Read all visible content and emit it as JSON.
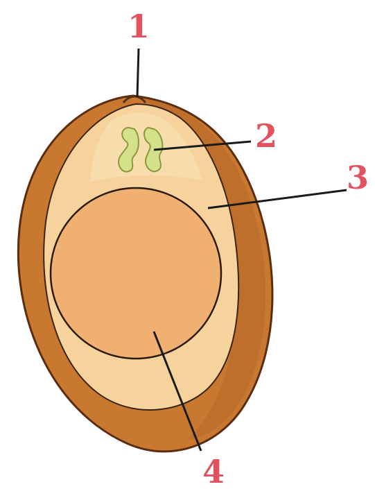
{
  "diagram": {
    "callouts": [
      {
        "id": "1",
        "text": "1"
      },
      {
        "id": "2",
        "text": "2"
      },
      {
        "id": "3",
        "text": "3"
      },
      {
        "id": "4",
        "text": "4"
      }
    ],
    "colors": {
      "label": "#e0535f",
      "outer_layer": "#c8792f",
      "outer_layer_edge": "#5a2d10",
      "inner_region": "#f6d39c",
      "circle_fill": "#efb071",
      "embryo": "#d4e08a",
      "embryo_edge": "#8a9a3a",
      "background": "#ffffff"
    }
  }
}
